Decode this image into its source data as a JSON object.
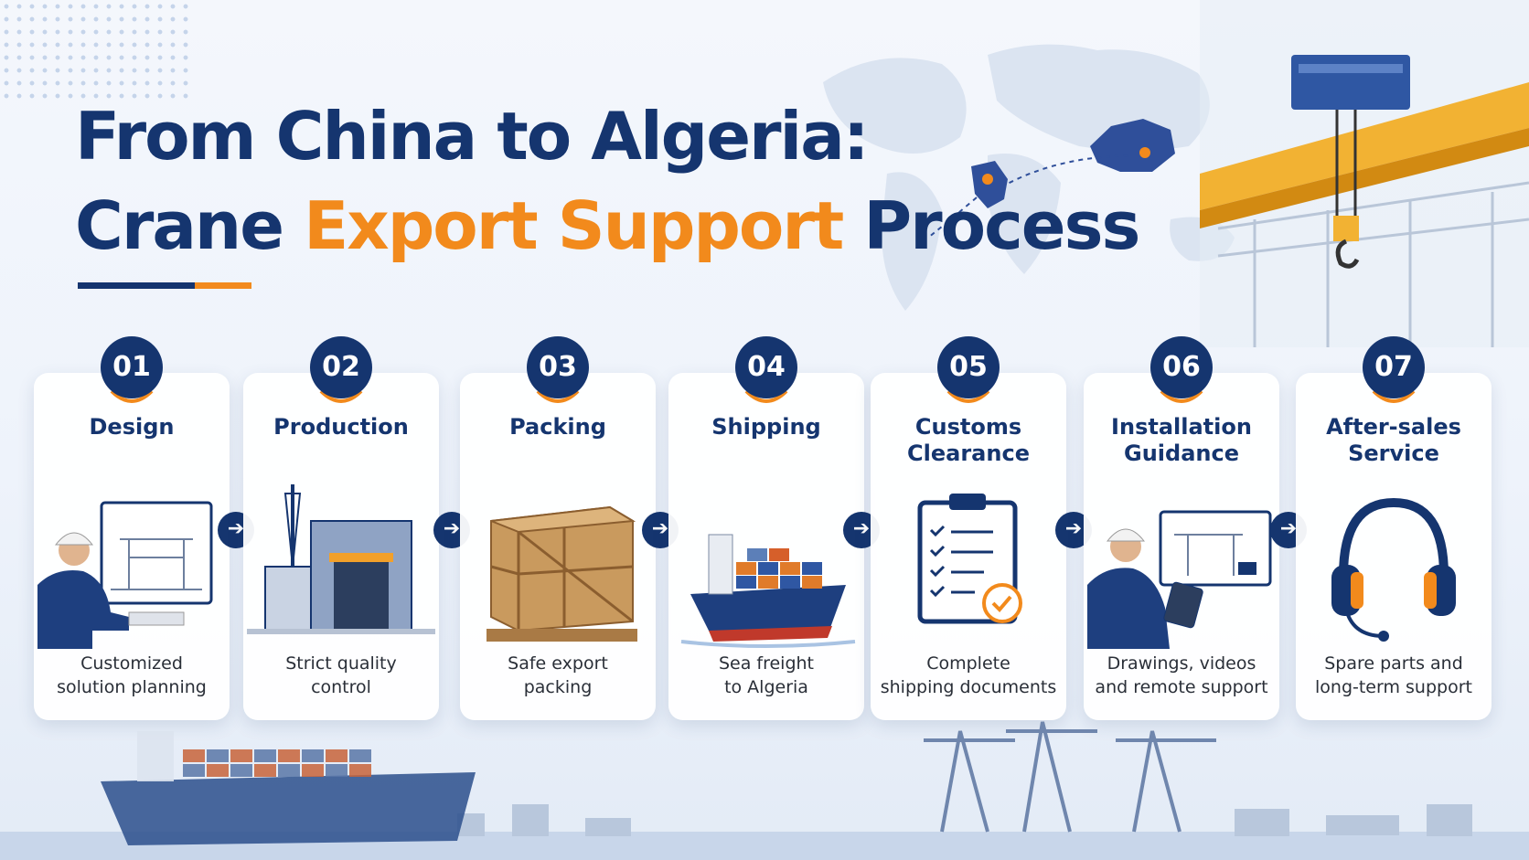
{
  "header": {
    "title_line1": "From China to Algeria:",
    "title_line2_prefix": "Crane ",
    "title_line2_accent": "Export Support",
    "title_line2_suffix": " Process"
  },
  "colors": {
    "navy": "#15356f",
    "orange": "#f28a1c"
  },
  "steps": [
    {
      "number": "01",
      "title": "Design",
      "description": "Customized\nsolution planning",
      "icon": "engineer-drafting-icon"
    },
    {
      "number": "02",
      "title": "Production",
      "description": "Strict quality\ncontrol",
      "icon": "factory-icon"
    },
    {
      "number": "03",
      "title": "Packing",
      "description": "Safe export\npacking",
      "icon": "wooden-crate-icon"
    },
    {
      "number": "04",
      "title": "Shipping",
      "description": "Sea freight\nto Algeria",
      "icon": "container-ship-icon"
    },
    {
      "number": "05",
      "title": "Customs\nClearance",
      "description": "Complete\nshipping documents",
      "icon": "clipboard-checklist-icon"
    },
    {
      "number": "06",
      "title": "Installation\nGuidance",
      "description": "Drawings, videos\nand remote support",
      "icon": "engineer-tablet-icon"
    },
    {
      "number": "07",
      "title": "After-sales\nService",
      "description": "Spare parts and\nlong-term support",
      "icon": "headset-icon"
    }
  ]
}
